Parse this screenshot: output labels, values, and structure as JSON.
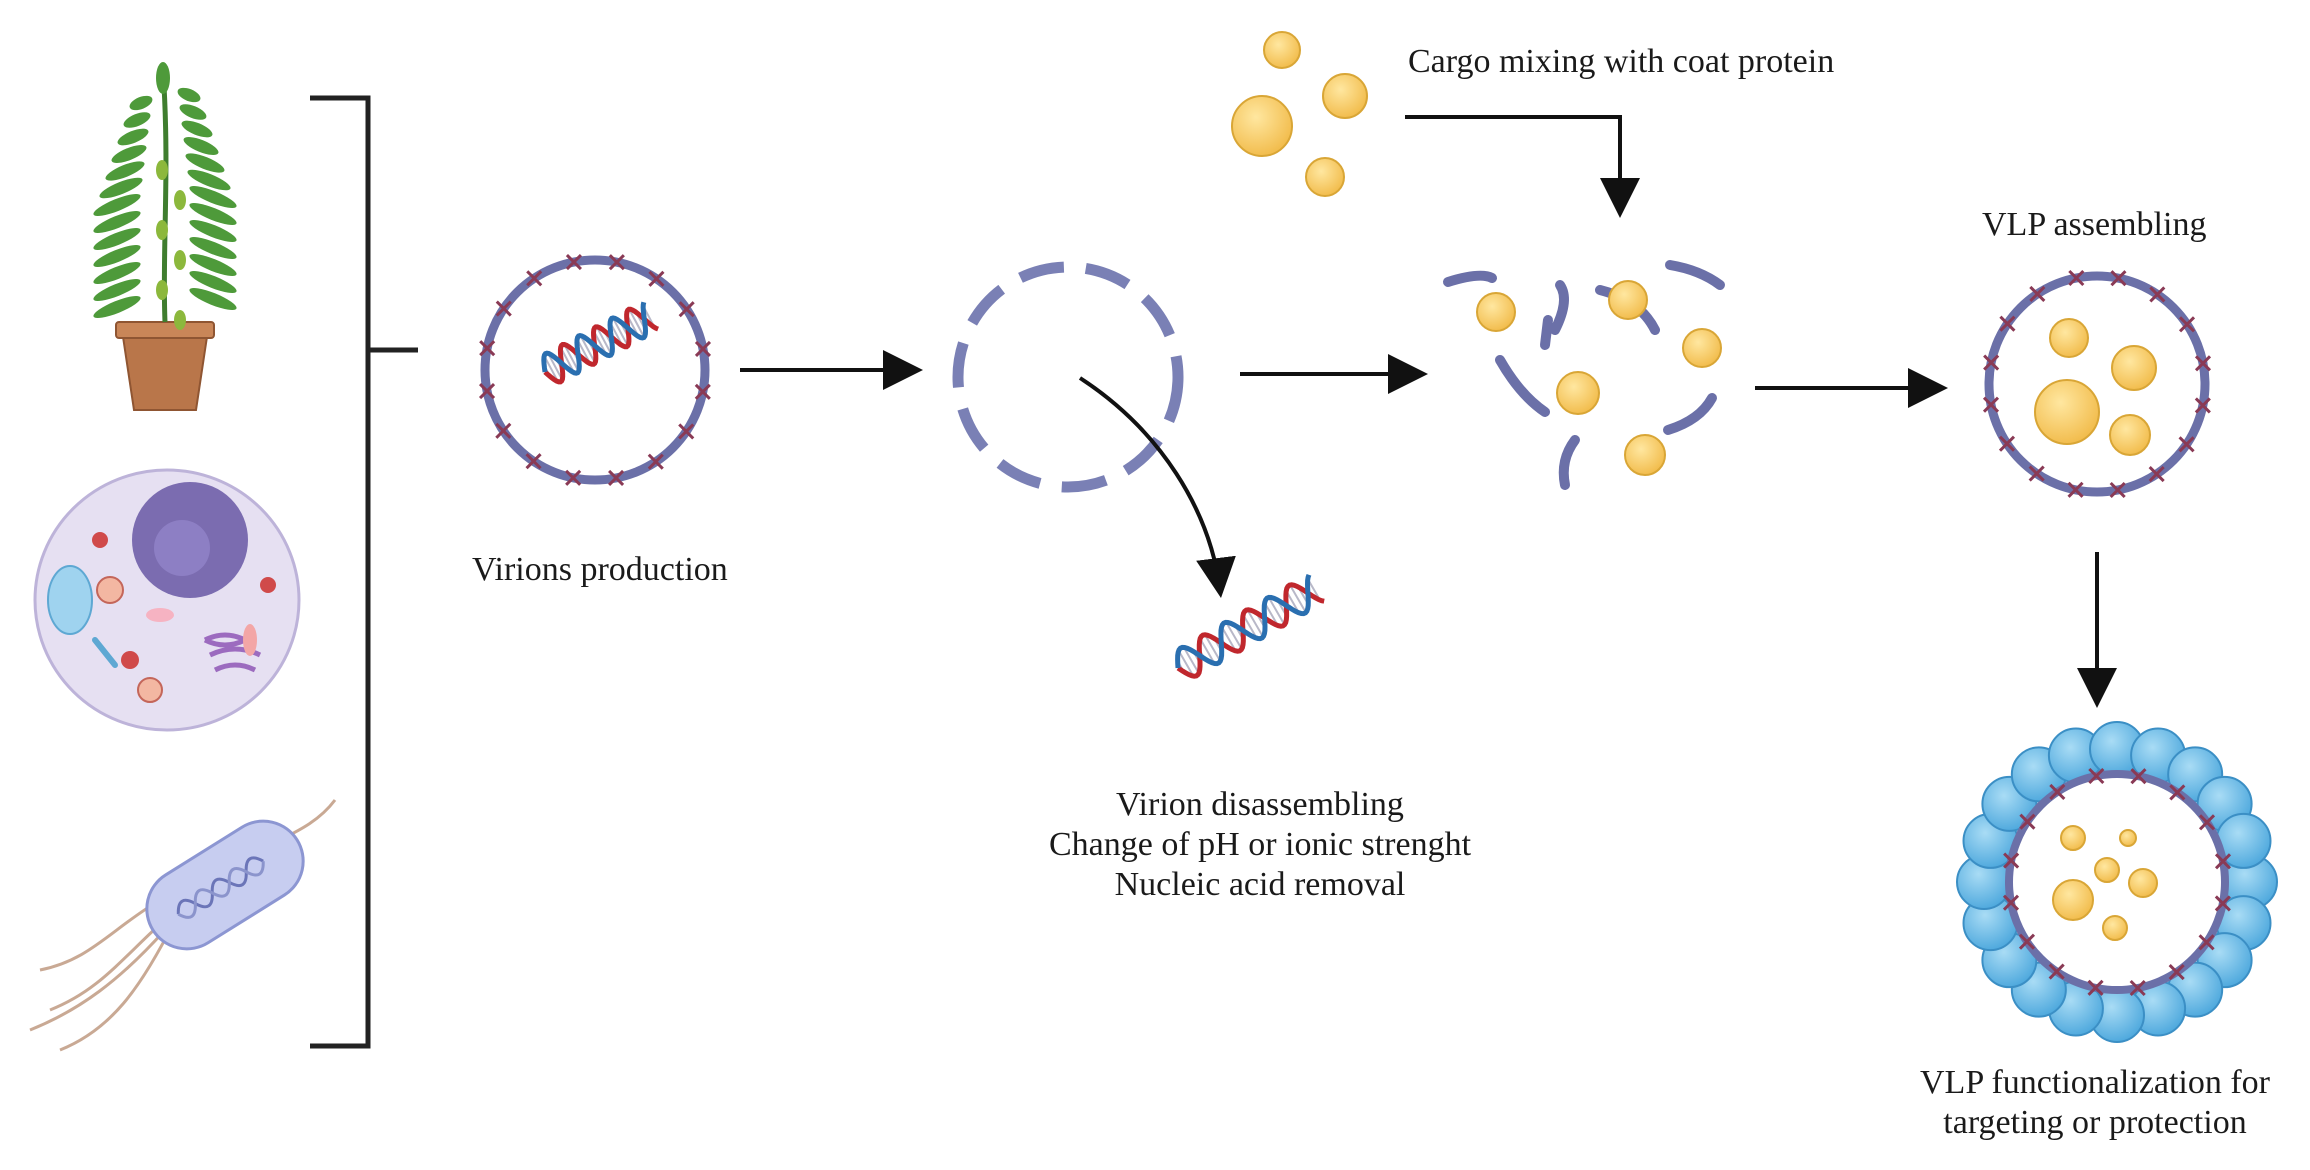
{
  "labels": {
    "virions_production": "Virions production",
    "virion_disassembling": "Virion disassembling",
    "change_ph": "Change of pH or ionic strenght",
    "nucleic_acid_removal": "Nucleic acid removal",
    "cargo_mixing": "Cargo mixing with coat protein",
    "vlp_assembling": "VLP assembling",
    "vlp_functionalization_1": "VLP functionalization for",
    "vlp_functionalization_2": "targeting or protection"
  },
  "colors": {
    "capsid": "#6b70a8",
    "capsid_dash": "#7a80b5",
    "spike": "#8a3a55",
    "cargo_fill": "#f5c860",
    "cargo_stroke": "#d9a636",
    "dna_red": "#c0272d",
    "dna_blue": "#2a6fb0",
    "coat_blue": "#6cbde8",
    "plant_green": "#4e9a3a",
    "pot": "#b9764a",
    "cell_fill": "#e6e0f2",
    "bacterium": "#c7cdf0"
  },
  "icons": [
    "plant-icon",
    "eukaryotic-cell-icon",
    "bacterium-icon",
    "virion-icon",
    "dna-icon",
    "cargo-particle-icon",
    "vlp-icon",
    "functionalized-vlp-icon"
  ]
}
